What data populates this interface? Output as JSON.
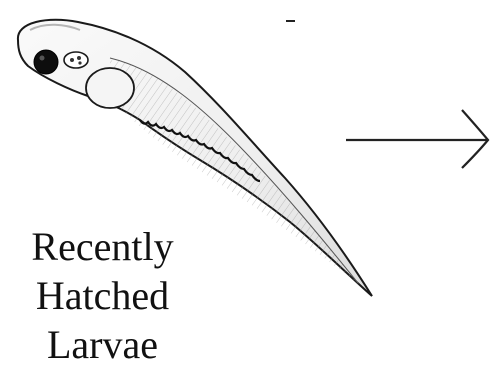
{
  "caption": {
    "lines": [
      "Recently",
      "Hatched",
      "Larvae"
    ]
  },
  "colors": {
    "ink": "#111111",
    "outline": "#1a1a1a",
    "body_fill": "#f3f3f3",
    "shading": "#c9c9c9",
    "eye": "#0d0d0d",
    "arrow": "#222222"
  },
  "icons": {
    "larva": "larva-illustration-icon",
    "arrow": "right-arrow-icon"
  }
}
